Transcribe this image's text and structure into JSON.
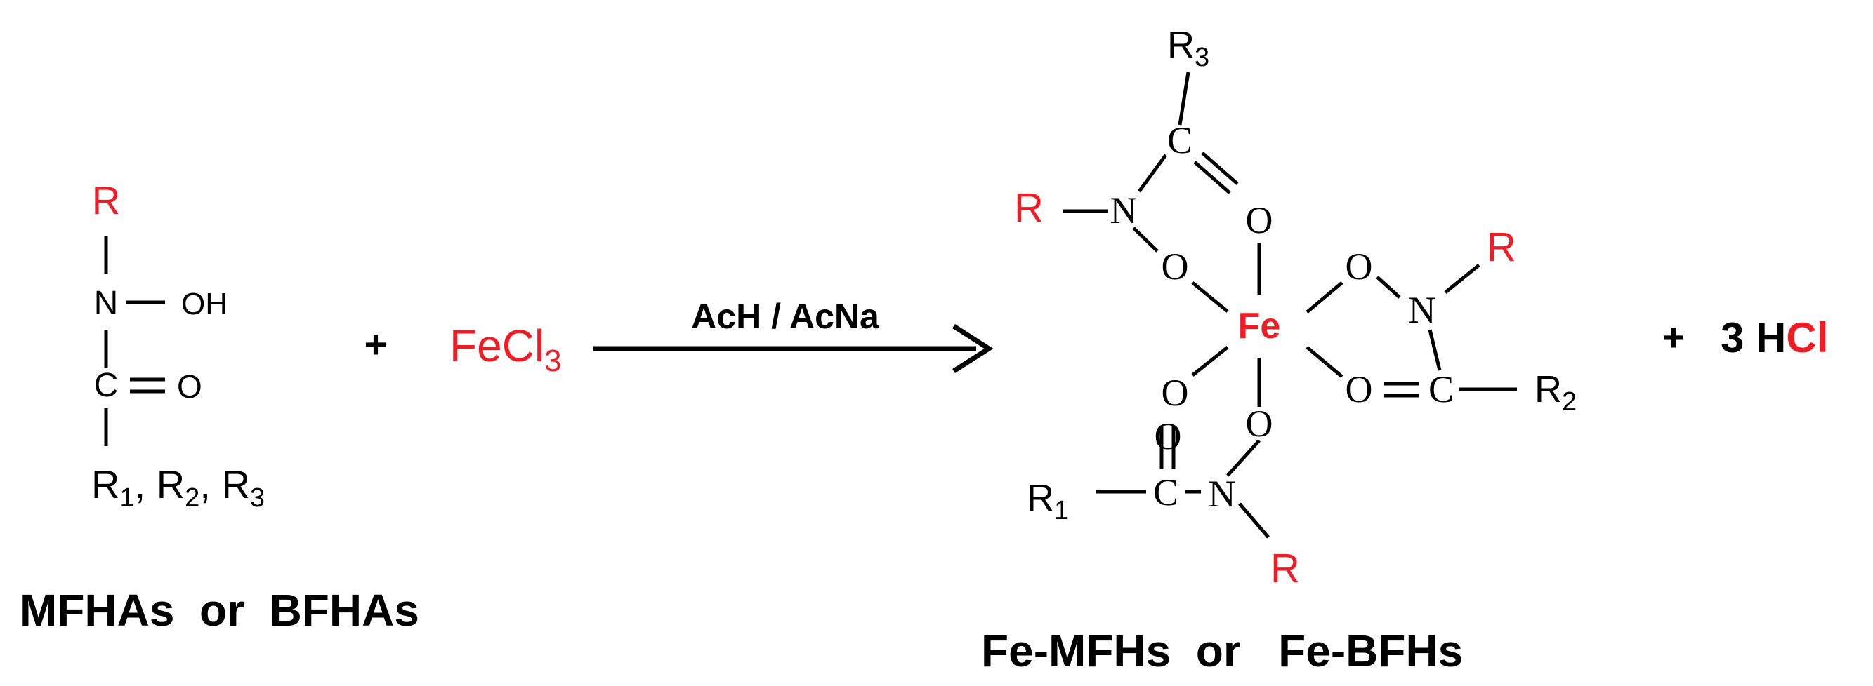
{
  "colors": {
    "ink": "#000000",
    "accent": "#ee1c24"
  },
  "reactant": {
    "r": "R",
    "n": "N",
    "oh": "OH",
    "c": "C",
    "o": "O",
    "r_list": [
      "R",
      "1",
      ", ",
      "R",
      "2",
      ", ",
      "R",
      "3"
    ],
    "name": "MFHAs  or  BFHAs"
  },
  "plus_1": "+",
  "reagent": {
    "main": "FeCl",
    "sub": "3"
  },
  "arrow": {
    "label": "AcH / AcNa"
  },
  "complex": {
    "fe": "Fe",
    "r3": "R",
    "r3_sub": "3",
    "c_top": "C",
    "o_top_dbl": "O",
    "r_left": "R",
    "n_left": "N",
    "o_left": "O",
    "r_right": "R",
    "o_right_top": "O",
    "n_right": "N",
    "o_right_bottom": "O",
    "c_right": "C",
    "r2": "R",
    "r2_sub": "2",
    "o_bottom_left": "O",
    "o_bottom_dbl": "O",
    "o_bottom": "O",
    "r1": "R",
    "r1_sub": "1",
    "c_bottom": "C",
    "n_bottom": "N",
    "r_bottom": "R",
    "name": "Fe-MFHs  or   Fe-BFHs"
  },
  "plus_2": "+",
  "byproduct": {
    "coef_h": "3 H",
    "cl": "Cl"
  }
}
